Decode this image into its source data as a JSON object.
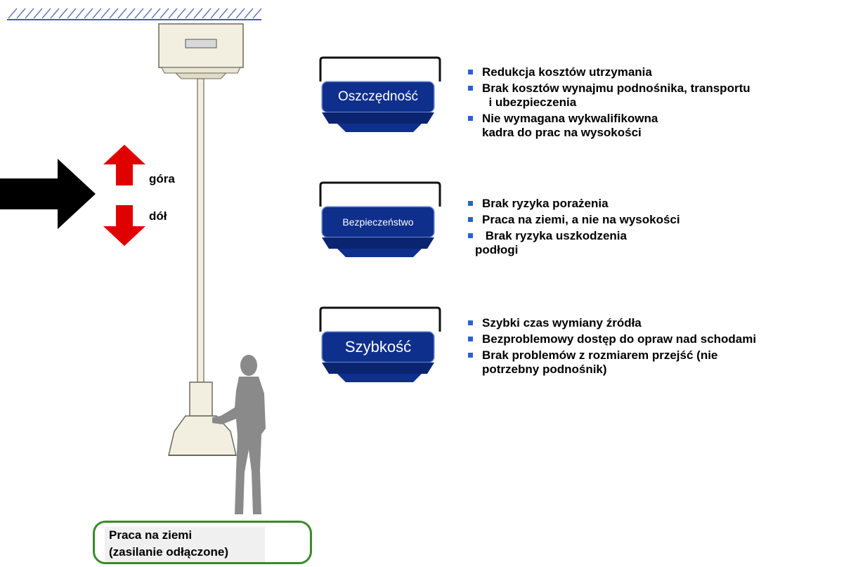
{
  "arrows": {
    "up_label": "góra",
    "down_label": "dół"
  },
  "ground": {
    "line1": "Praca na ziemi",
    "line2": "(zasilanie odłączone)"
  },
  "colors": {
    "badge_blue": "#0f2f8c",
    "arrow_red": "#e00000",
    "bullet_blue": "#2a5fd6",
    "ground_border": "#3a8a2a"
  },
  "sections": [
    {
      "badge": "Oszczędność",
      "items": [
        {
          "text": "Redukcja kosztów utrzymania"
        },
        {
          "text": "Brak kosztów wynajmu podnośnika, transportu",
          "cont": "  i ubezpieczenia"
        },
        {
          "text": "Nie wymagana wykwalifikowna",
          "cont": "kadra do prac na wysokości"
        }
      ]
    },
    {
      "badge": "Bezpieczeństwo",
      "items": [
        {
          "text": "Brak ryzyka porażenia"
        },
        {
          "text": "Praca na ziemi, a nie na wysokości"
        },
        {
          "text": " Brak ryzyka uszkodzenia",
          "cont": "podłogi"
        }
      ]
    },
    {
      "badge": "Szybkość",
      "items": [
        {
          "text": "Szybki czas wymiany źródła"
        },
        {
          "text": "Bezproblemowy dostęp do opraw nad schodami"
        },
        {
          "text": "Brak problemów z rozmiarem przejść (nie",
          "cont": "potrzebny podnośnik)"
        }
      ]
    }
  ]
}
